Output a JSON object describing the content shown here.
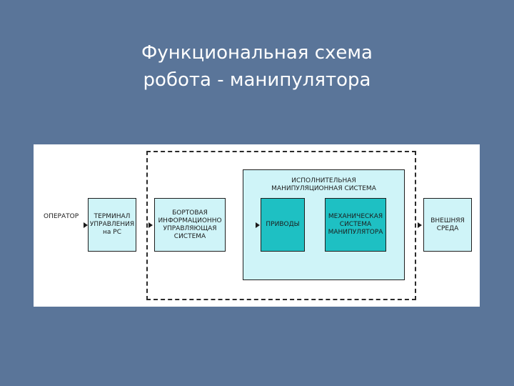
{
  "title": {
    "line1": "Функциональная схема",
    "line2": "робота - манипулятора"
  },
  "diagram": {
    "operator": "ОПЕРАТОР",
    "terminal": [
      "ТЕРМИНАЛ",
      "УПРАВЛЕНИЯ",
      "на PC"
    ],
    "onboard": [
      "БОРТОВАЯ",
      "ИНФОРМАЦИОННО",
      "УПРАВЛЯЮЩАЯ",
      "СИСТЕМА"
    ],
    "executive": [
      "ИСПОЛНИТЕЛЬНАЯ",
      "МАНИПУЛЯЦИОННАЯ СИСТЕМА"
    ],
    "drives": "ПРИВОДЫ",
    "mechanical": [
      "МЕХАНИЧЕСКАЯ",
      "СИСТЕМА",
      "МАНИПУЛЯТОРА"
    ],
    "environment": [
      "ВНЕШНЯЯ",
      "СРЕДА"
    ]
  },
  "colors": {
    "background": "#5a7599",
    "light_block": "#cff4f8",
    "dark_block": "#1ec0c3"
  }
}
